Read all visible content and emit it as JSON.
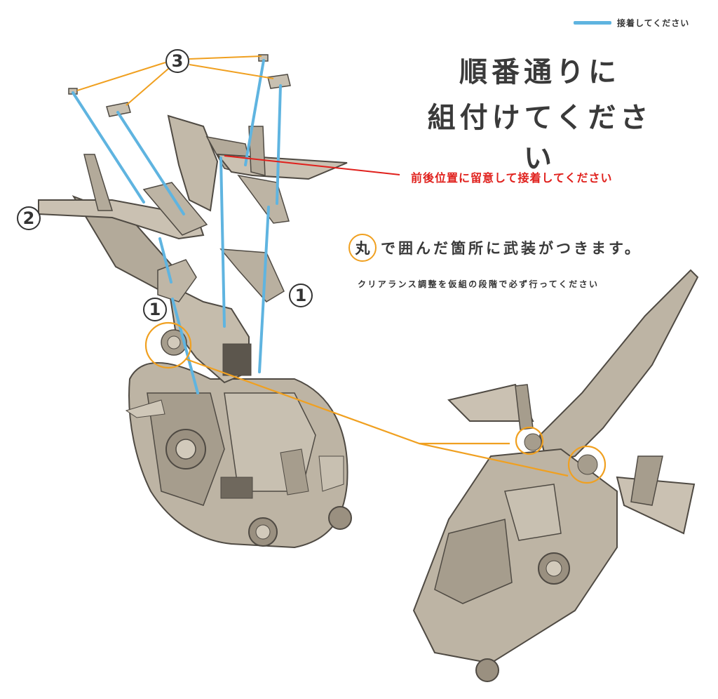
{
  "legend": {
    "label": "接着してください",
    "color": "#5fb4e0"
  },
  "title": {
    "line1": "順番通りに",
    "line2": "組付けてください"
  },
  "warning": {
    "text": "前後位置に留意して接着してください",
    "color": "#e0201c"
  },
  "weapon_note": {
    "badge": "丸",
    "text": "で囲んだ箇所に武装がつきます。",
    "accent": "#f0a020"
  },
  "clearance_note": "クリアランス調整を仮組の段階で必ず行ってください",
  "step_numbers": {
    "three": "3",
    "two": "2",
    "one_left": "1",
    "one_right": "1"
  },
  "colors": {
    "glue_line": "#5fb4e0",
    "leader_line": "#f0a020",
    "model_fill": "#b9b0a0",
    "model_dark": "#6f685d"
  }
}
